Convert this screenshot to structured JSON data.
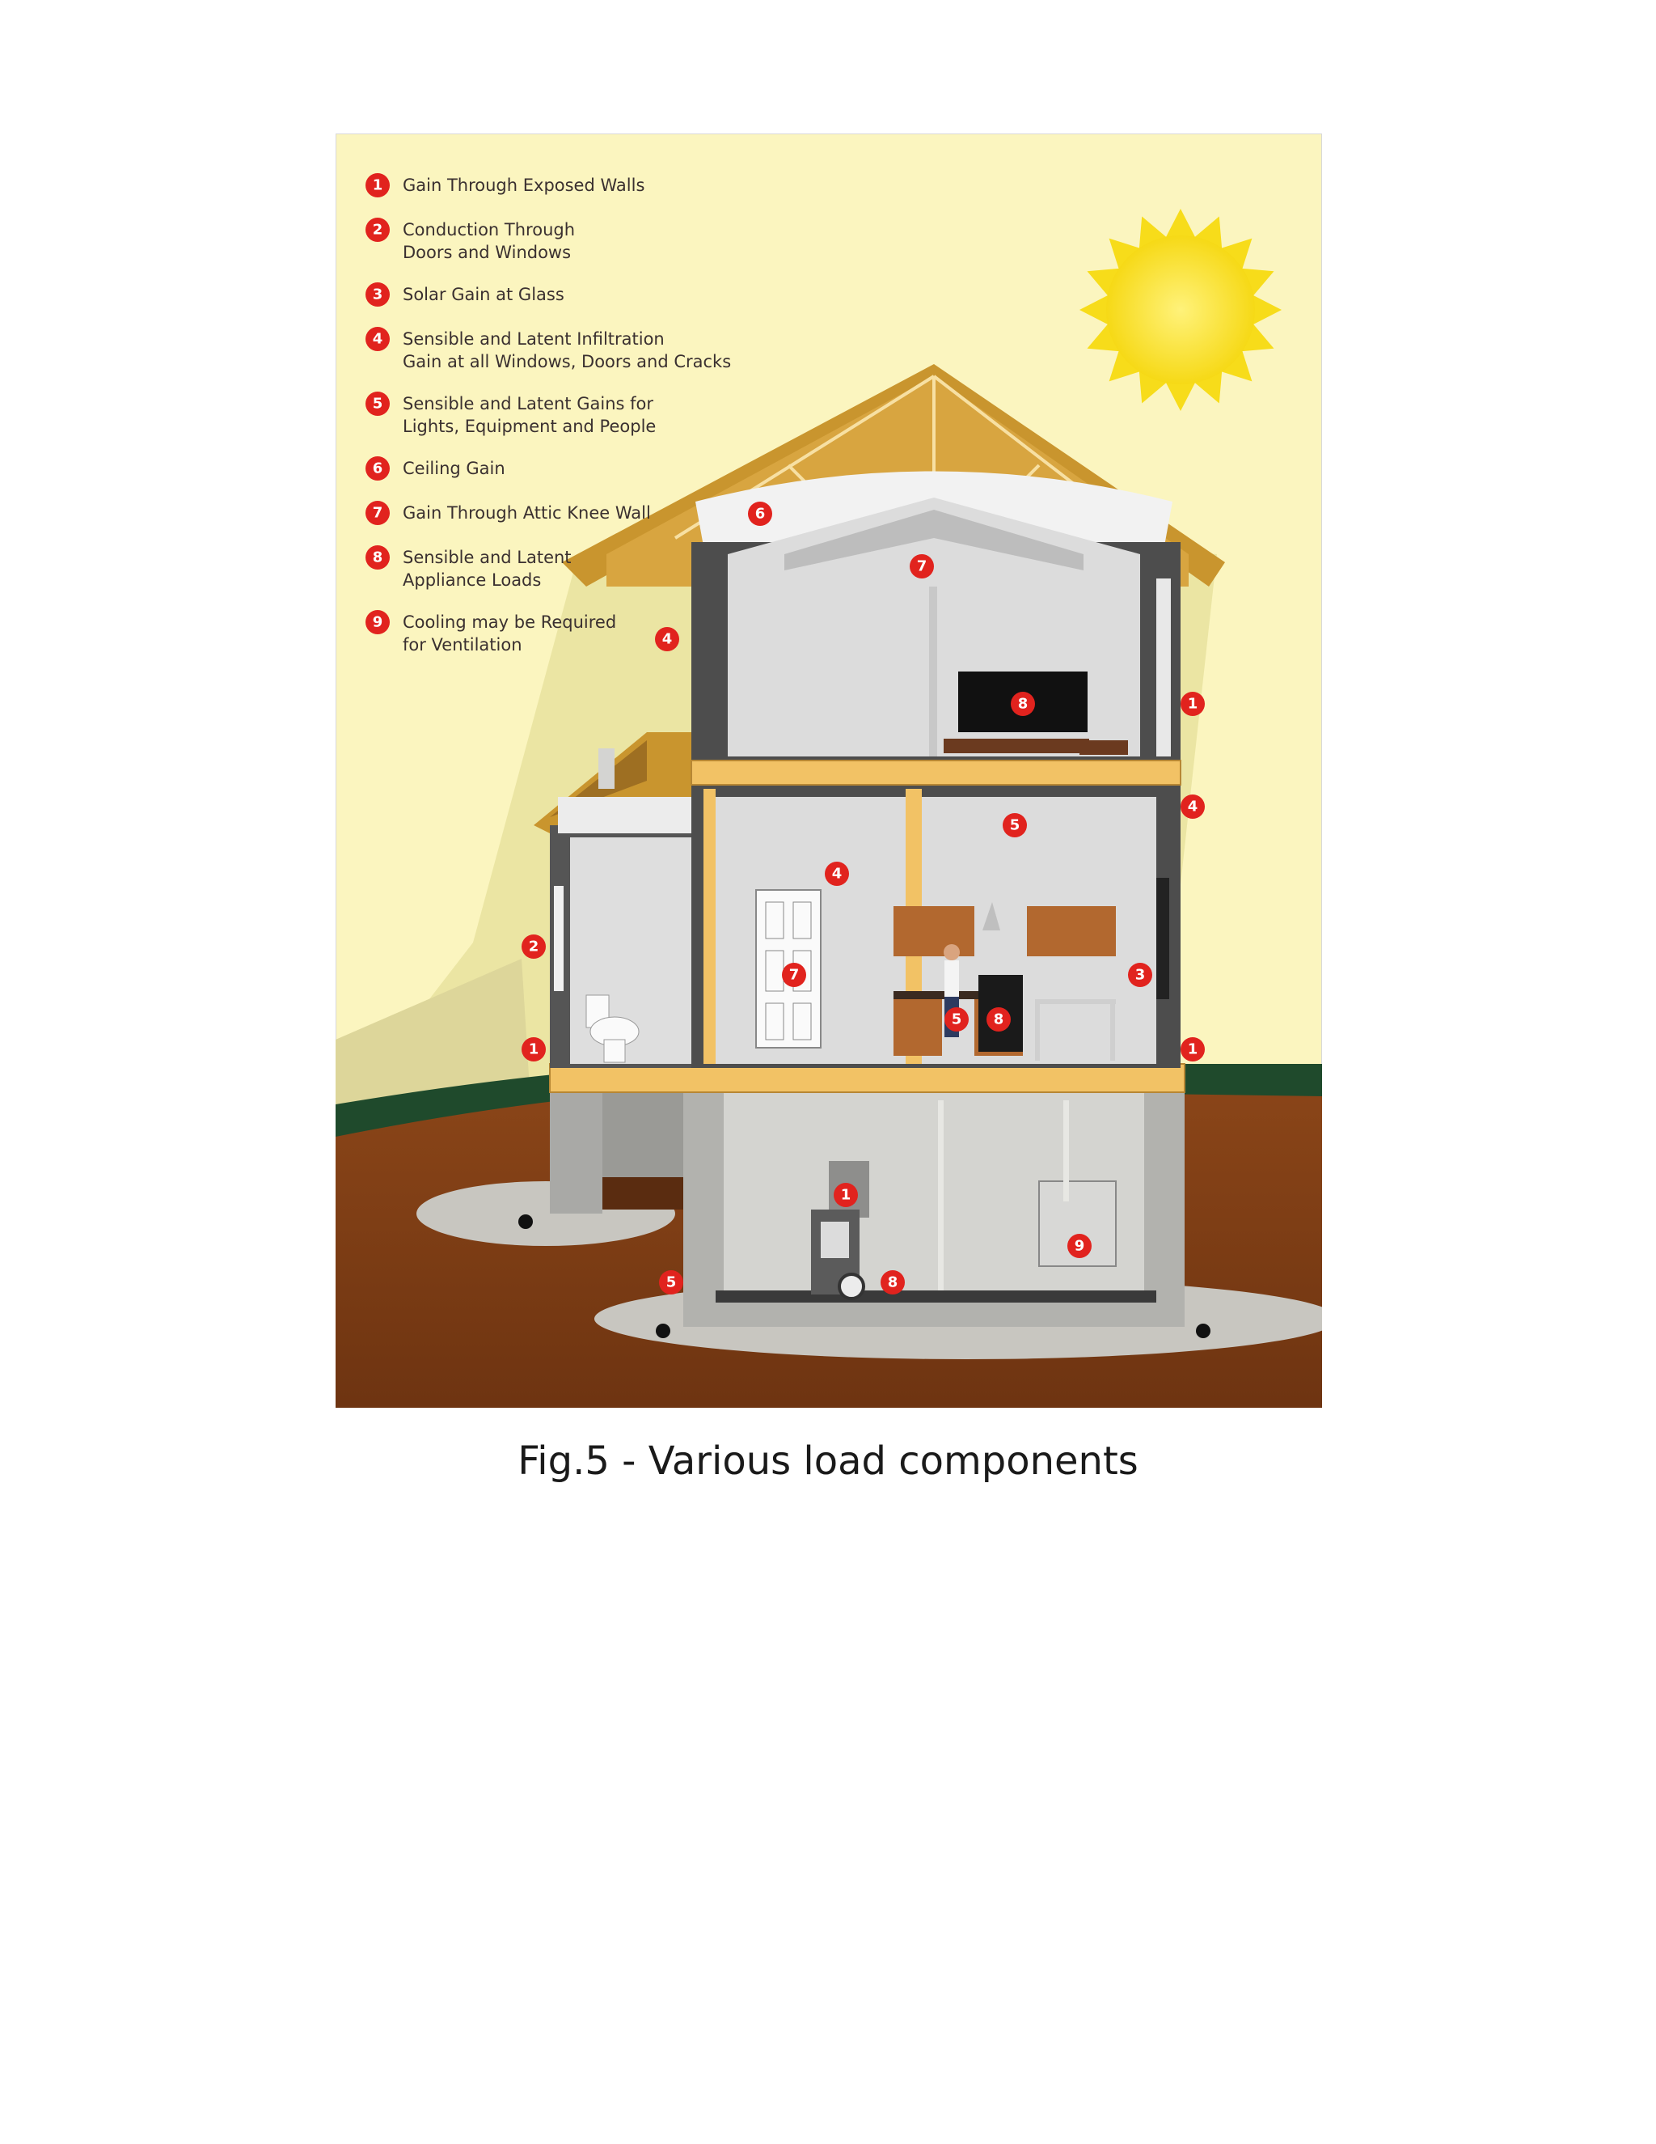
{
  "caption": "Fig.5 - Various load components",
  "legend": [
    {
      "num": "1",
      "lines": [
        "Gain Through Exposed Walls"
      ]
    },
    {
      "num": "2",
      "lines": [
        "Conduction Through",
        "Doors and Windows"
      ]
    },
    {
      "num": "3",
      "lines": [
        "Solar Gain at Glass"
      ]
    },
    {
      "num": "4",
      "lines": [
        "Sensible and Latent Infiltration",
        "Gain at all Windows, Doors and Cracks"
      ]
    },
    {
      "num": "5",
      "lines": [
        "Sensible and Latent Gains for",
        "Lights, Equipment and People"
      ]
    },
    {
      "num": "6",
      "lines": [
        "Ceiling Gain"
      ]
    },
    {
      "num": "7",
      "lines": [
        "Gain Through Attic Knee Wall"
      ]
    },
    {
      "num": "8",
      "lines": [
        "Sensible and Latent",
        "Appliance Loads"
      ]
    },
    {
      "num": "9",
      "lines": [
        "Cooling may be Required",
        "for Ventilation"
      ]
    }
  ],
  "markers": [
    "6",
    "7",
    "4",
    "8",
    "1",
    "1",
    "4",
    "5",
    "4",
    "3",
    "2",
    "7",
    "5",
    "8",
    "1",
    "1",
    "9",
    "8",
    "5"
  ],
  "colors": {
    "sky": "#fbf5bf",
    "sun": "#f7dc1a",
    "ground": "#7b3a14",
    "grass": "#1f4a2c",
    "marker": "#e1231e",
    "frame": "#faca5c",
    "wall": "#4a4a4a",
    "room": "#e8e8e6"
  }
}
